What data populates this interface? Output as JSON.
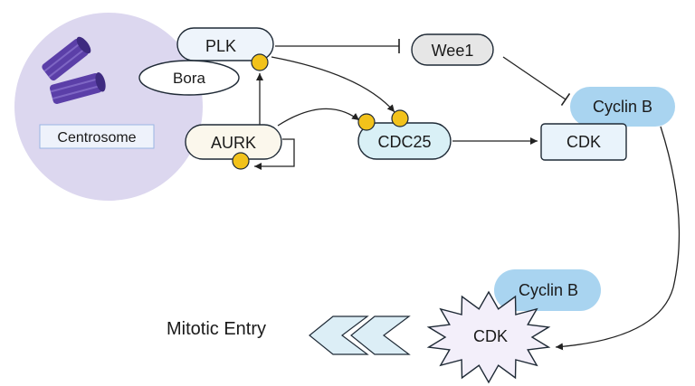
{
  "nodes": {
    "centrosome": "Centrosome",
    "plk": "PLK",
    "bora": "Bora",
    "aurk": "AURK",
    "cdc25": "CDC25",
    "wee1": "Wee1",
    "cyclin_b_top": "Cyclin B",
    "cdk_top": "CDK",
    "cyclin_b_bottom": "Cyclin B",
    "cdk_bottom": "CDK",
    "mitotic_entry": "Mitotic Entry"
  },
  "colors": {
    "centrosome_fill": "#dcd7ef",
    "centriole": "#5b3fa8",
    "phospho_dot": "#f2c21b",
    "cdc25_fill": "#d9f0f6",
    "cyclin_fill": "#a9d4f0",
    "cdk_fill": "#e9f3fb",
    "wee1_fill": "#e6e6e6",
    "aurk_fill": "#fbf7ec",
    "plk_fill": "#eef4fb",
    "cdk_star_fill": "#f3effa",
    "chevron_fill": "#dceef6"
  }
}
